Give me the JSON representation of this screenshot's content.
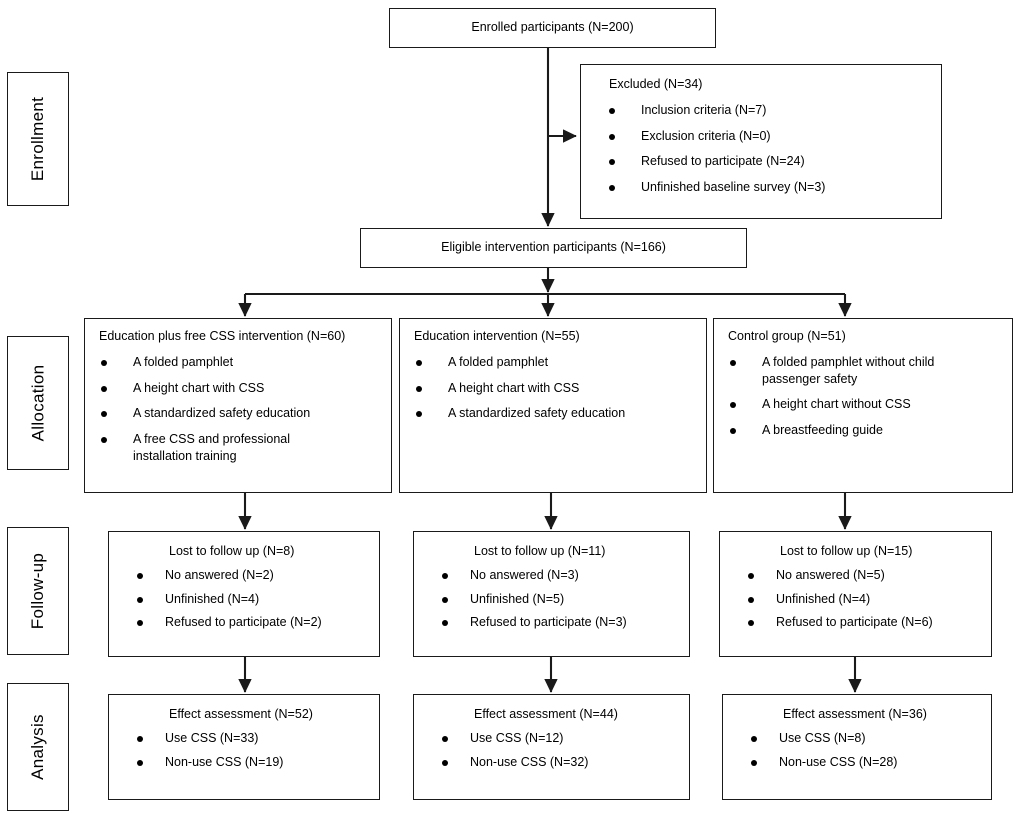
{
  "figure": {
    "type": "consort-flow-diagram",
    "stages": [
      {
        "id": "enrollment",
        "label": "Enrollment"
      },
      {
        "id": "allocation",
        "label": "Allocation"
      },
      {
        "id": "followup",
        "label": "Follow-up"
      },
      {
        "id": "analysis",
        "label": "Analysis"
      }
    ]
  },
  "enrollment": {
    "enrolled": {
      "title": "Enrolled participants (N=200)"
    },
    "excluded": {
      "title": "Excluded (N=34)",
      "bullets": [
        "Inclusion criteria (N=7)",
        "Exclusion criteria (N=0)",
        "Refused to participate (N=24)",
        "Unfinished baseline survey (N=3)"
      ]
    },
    "eligible": {
      "title": "Eligible intervention participants (N=166)"
    }
  },
  "allocation": {
    "groups": [
      {
        "title": "Education plus free CSS intervention (N=60)",
        "bullets": [
          "A folded pamphlet",
          "A height chart with CSS",
          "A standardized safety education",
          "A free CSS and professional",
          "installation training"
        ]
      },
      {
        "title": "Education intervention (N=55)",
        "bullets": [
          "A folded pamphlet",
          "A height chart with CSS",
          "A standardized safety education"
        ]
      },
      {
        "title": "Control group (N=51)",
        "bullets": [
          "A folded pamphlet without child",
          "passenger safety",
          "A height chart without CSS",
          "A breastfeeding guide"
        ]
      }
    ]
  },
  "followup": {
    "groups": [
      {
        "title": "Lost to follow up (N=8)",
        "bullets": [
          "No answered (N=2)",
          "Unfinished (N=4)",
          "Refused to participate (N=2)"
        ]
      },
      {
        "title": "Lost to follow up (N=11)",
        "bullets": [
          "No answered (N=3)",
          "Unfinished (N=5)",
          "Refused to participate (N=3)"
        ]
      },
      {
        "title": "Lost to follow up (N=15)",
        "bullets": [
          "No answered (N=5)",
          "Unfinished (N=4)",
          "Refused to participate (N=6)"
        ]
      }
    ]
  },
  "analysis": {
    "groups": [
      {
        "title": "Effect assessment (N=52)",
        "bullets": [
          "Use CSS (N=33)",
          "Non-use CSS (N=19)"
        ]
      },
      {
        "title": "Effect assessment (N=44)",
        "bullets": [
          "Use CSS (N=12)",
          "Non-use CSS (N=32)"
        ]
      },
      {
        "title": "Effect assessment (N=36)",
        "bullets": [
          "Use CSS (N=8)",
          "Non-use CSS (N=28)"
        ]
      }
    ]
  },
  "style": {
    "line_color": "#1a1a1a",
    "background": "#ffffff",
    "text_color": "#000000"
  }
}
